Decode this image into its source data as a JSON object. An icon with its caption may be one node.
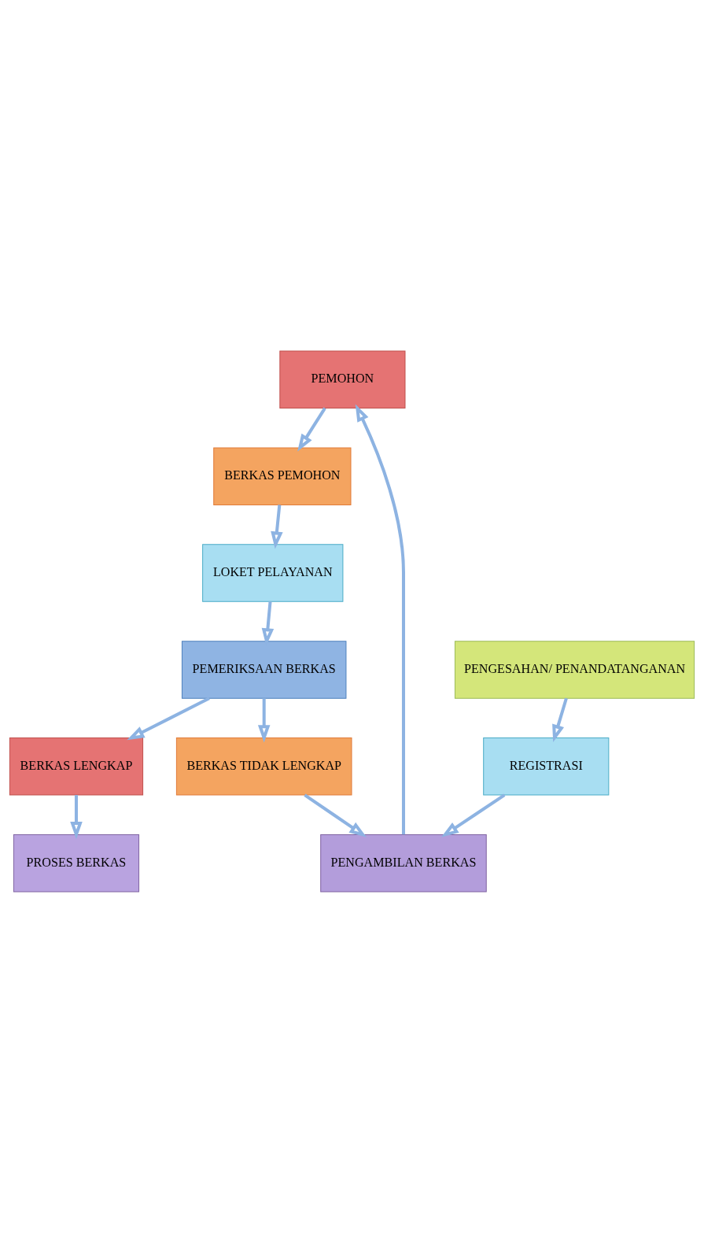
{
  "diagram": {
    "nodes": [
      {
        "text": [
          "PEMOHON"
        ]
      },
      {
        "text": [
          "BERKAS PEMOHON"
        ]
      },
      {
        "text": [
          "LOKET PELAYANAN"
        ]
      },
      {
        "text": [
          "PEMERIKSAAN BERKAS"
        ]
      },
      {
        "text": [
          "BERKAS TIDAK LENGKAP"
        ]
      },
      {
        "text": [
          "PENGAMBILAN BERKAS"
        ]
      },
      {
        "text": [
          "BERKAS LENGKAP"
        ]
      },
      {
        "text": [
          "PROSES BERKAS"
        ]
      },
      {
        "text": [
          "PENGESAHAN/ PENANDATANGANAN"
        ]
      },
      {
        "text": [
          "REGISTRASI"
        ]
      }
    ],
    "edges": [
      {
        "from": 0,
        "to": 1,
        "arrow": "to"
      },
      {
        "from": 1,
        "to": 2,
        "arrow": "to"
      },
      {
        "from": 2,
        "to": 3,
        "arrow": "to"
      },
      {
        "from": 3,
        "to": 4,
        "arrow": "to"
      },
      {
        "from": 4,
        "to": 5,
        "arrow": "to"
      },
      {
        "from": 3,
        "to": 6,
        "arrow": "to"
      },
      {
        "from": 6,
        "to": 7,
        "arrow": "to"
      },
      {
        "from": 8,
        "to": 9,
        "arrow": "to"
      },
      {
        "from": 9,
        "to": 5,
        "arrow": "to"
      },
      {
        "from": 5,
        "to": 0,
        "arrow": "to"
      }
    ]
  }
}
